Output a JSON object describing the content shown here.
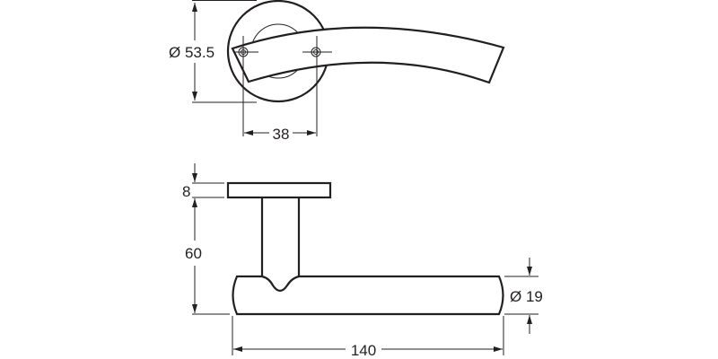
{
  "drawing": {
    "top_view": {
      "rose_diameter_label": "Ø 53.5",
      "screw_spacing_label": "38"
    },
    "side_view": {
      "rose_thickness_label": "8",
      "projection_label": "60",
      "lever_diameter_label": "Ø 19",
      "lever_length_label": "140"
    },
    "line_color": "#231f20"
  }
}
